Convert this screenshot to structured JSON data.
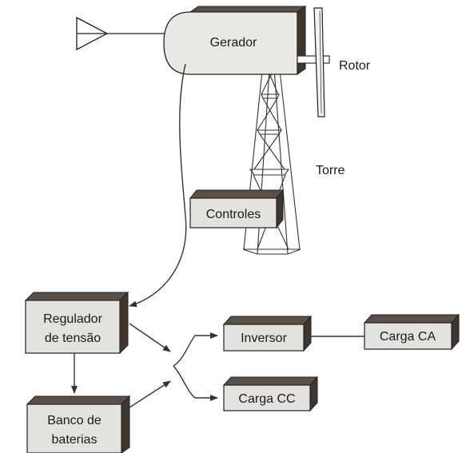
{
  "labels": {
    "gerador": "Gerador",
    "rotor": "Rotor",
    "torre": "Torre",
    "controles": "Controles",
    "regulador_l1": "Regulador",
    "regulador_l2": "de tensão",
    "banco_l1": "Banco de",
    "banco_l2": "baterias",
    "inversor": "Inversor",
    "carga_ca": "Carga CA",
    "carga_cc": "Carga CC"
  },
  "colors": {
    "box_face": "#e4e2df",
    "box_shadow": "#4a4139",
    "line": "#333333"
  }
}
